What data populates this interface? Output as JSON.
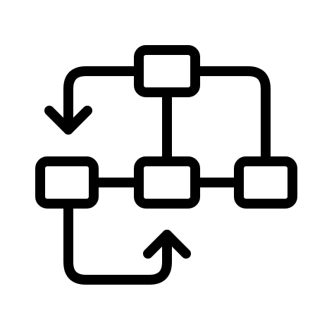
{
  "icon": {
    "name": "workflow-diagram-icon",
    "stroke_color": "#000000",
    "background_color": "#ffffff",
    "nodes": [
      "top-node",
      "left-node",
      "center-node",
      "right-node"
    ],
    "arrows": [
      "top-to-left-arrow",
      "left-to-center-arrow"
    ]
  }
}
